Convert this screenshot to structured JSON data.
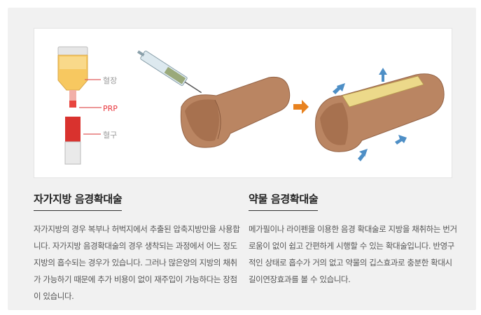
{
  "illustration": {
    "labels": {
      "plasma": "혈장",
      "prp": "PRP",
      "blood_cells": "혈구"
    },
    "colors": {
      "plasma": "#f6c25a",
      "prp": "#e8333a",
      "blood_cells": "#d9322e",
      "skin": "#b98363",
      "arrow": "#4e8fc6",
      "orange_arrow": "#e8821f"
    }
  },
  "sections": [
    {
      "title": "자가지방 음경확대술",
      "body": "자가지방의 경우 복부나 허벅지에서 추출된 압축지방만을 사용합니다. 자가지방 음경확대술의 경우 생착되는 과정에서 어느 정도 지방의 흡수되는 경우가 있습니다. 그러나 많은양의 지방의 채취가 가능하기 때문에 추가 비용이 없이 재주입이 가능하다는 장점이 있습니다."
    },
    {
      "title": "약물 음경확대술",
      "body": "메가필이나 라이펜을 이용한 음경 확대술로 지방을 채취하는 번거로움이 없이 쉽고 간편하게 시행할 수 있는 확대술입니다. 반영구적인 상태로 흡수가 거의 없고 약물의 깁스효과로 충분한 확대시 길이연장효과를 볼 수 있습니다."
    }
  ]
}
